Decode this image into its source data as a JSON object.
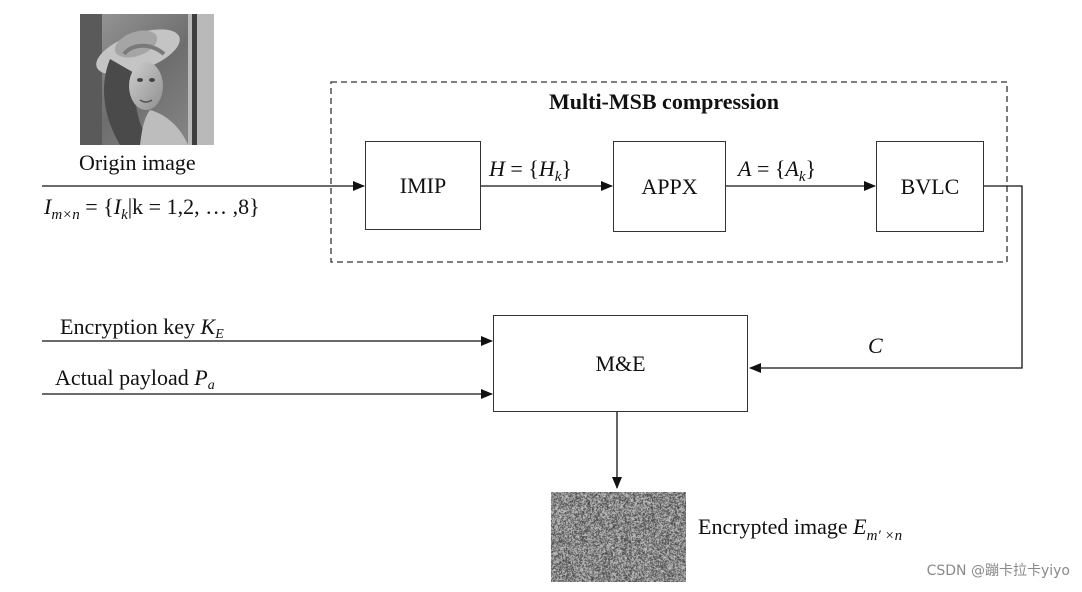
{
  "origin": {
    "caption": "Origin image",
    "photo_icon": "portrait-photo"
  },
  "input_expr": {
    "I": "I",
    "I_sub": "m×n",
    "rest_a": " = {",
    "Ik": "I",
    "Ik_sub": "k",
    "rest_b": "|k = 1,2, … ,8}"
  },
  "group": {
    "title": "Multi-MSB compression"
  },
  "blocks": {
    "imip": "IMIP",
    "appx": "APPX",
    "bvlc": "BVLC",
    "me": "M&E"
  },
  "flow_labels": {
    "H": "H",
    "H_rest": " = {",
    "H_inner": "H",
    "H_inner_sub": "k",
    "H_close": "}",
    "A": "A",
    "A_rest": " = {",
    "A_inner": "A",
    "A_inner_sub": "k",
    "A_close": "}",
    "C": "C"
  },
  "inputs": {
    "key_text": "Encryption key ",
    "key_var": "K",
    "key_sub": "E",
    "payload_text": "Actual payload ",
    "payload_var": "P",
    "payload_sub": "a"
  },
  "output": {
    "caption_text": "Encrypted image ",
    "var": "E",
    "sub": "m′ ×n",
    "photo_icon": "noise-image"
  },
  "watermark": "CSDN @蹦卡拉卡yiyo",
  "colors": {
    "line": "#111111",
    "dashed": "#333333",
    "noise_base": "#8a8a8a"
  }
}
